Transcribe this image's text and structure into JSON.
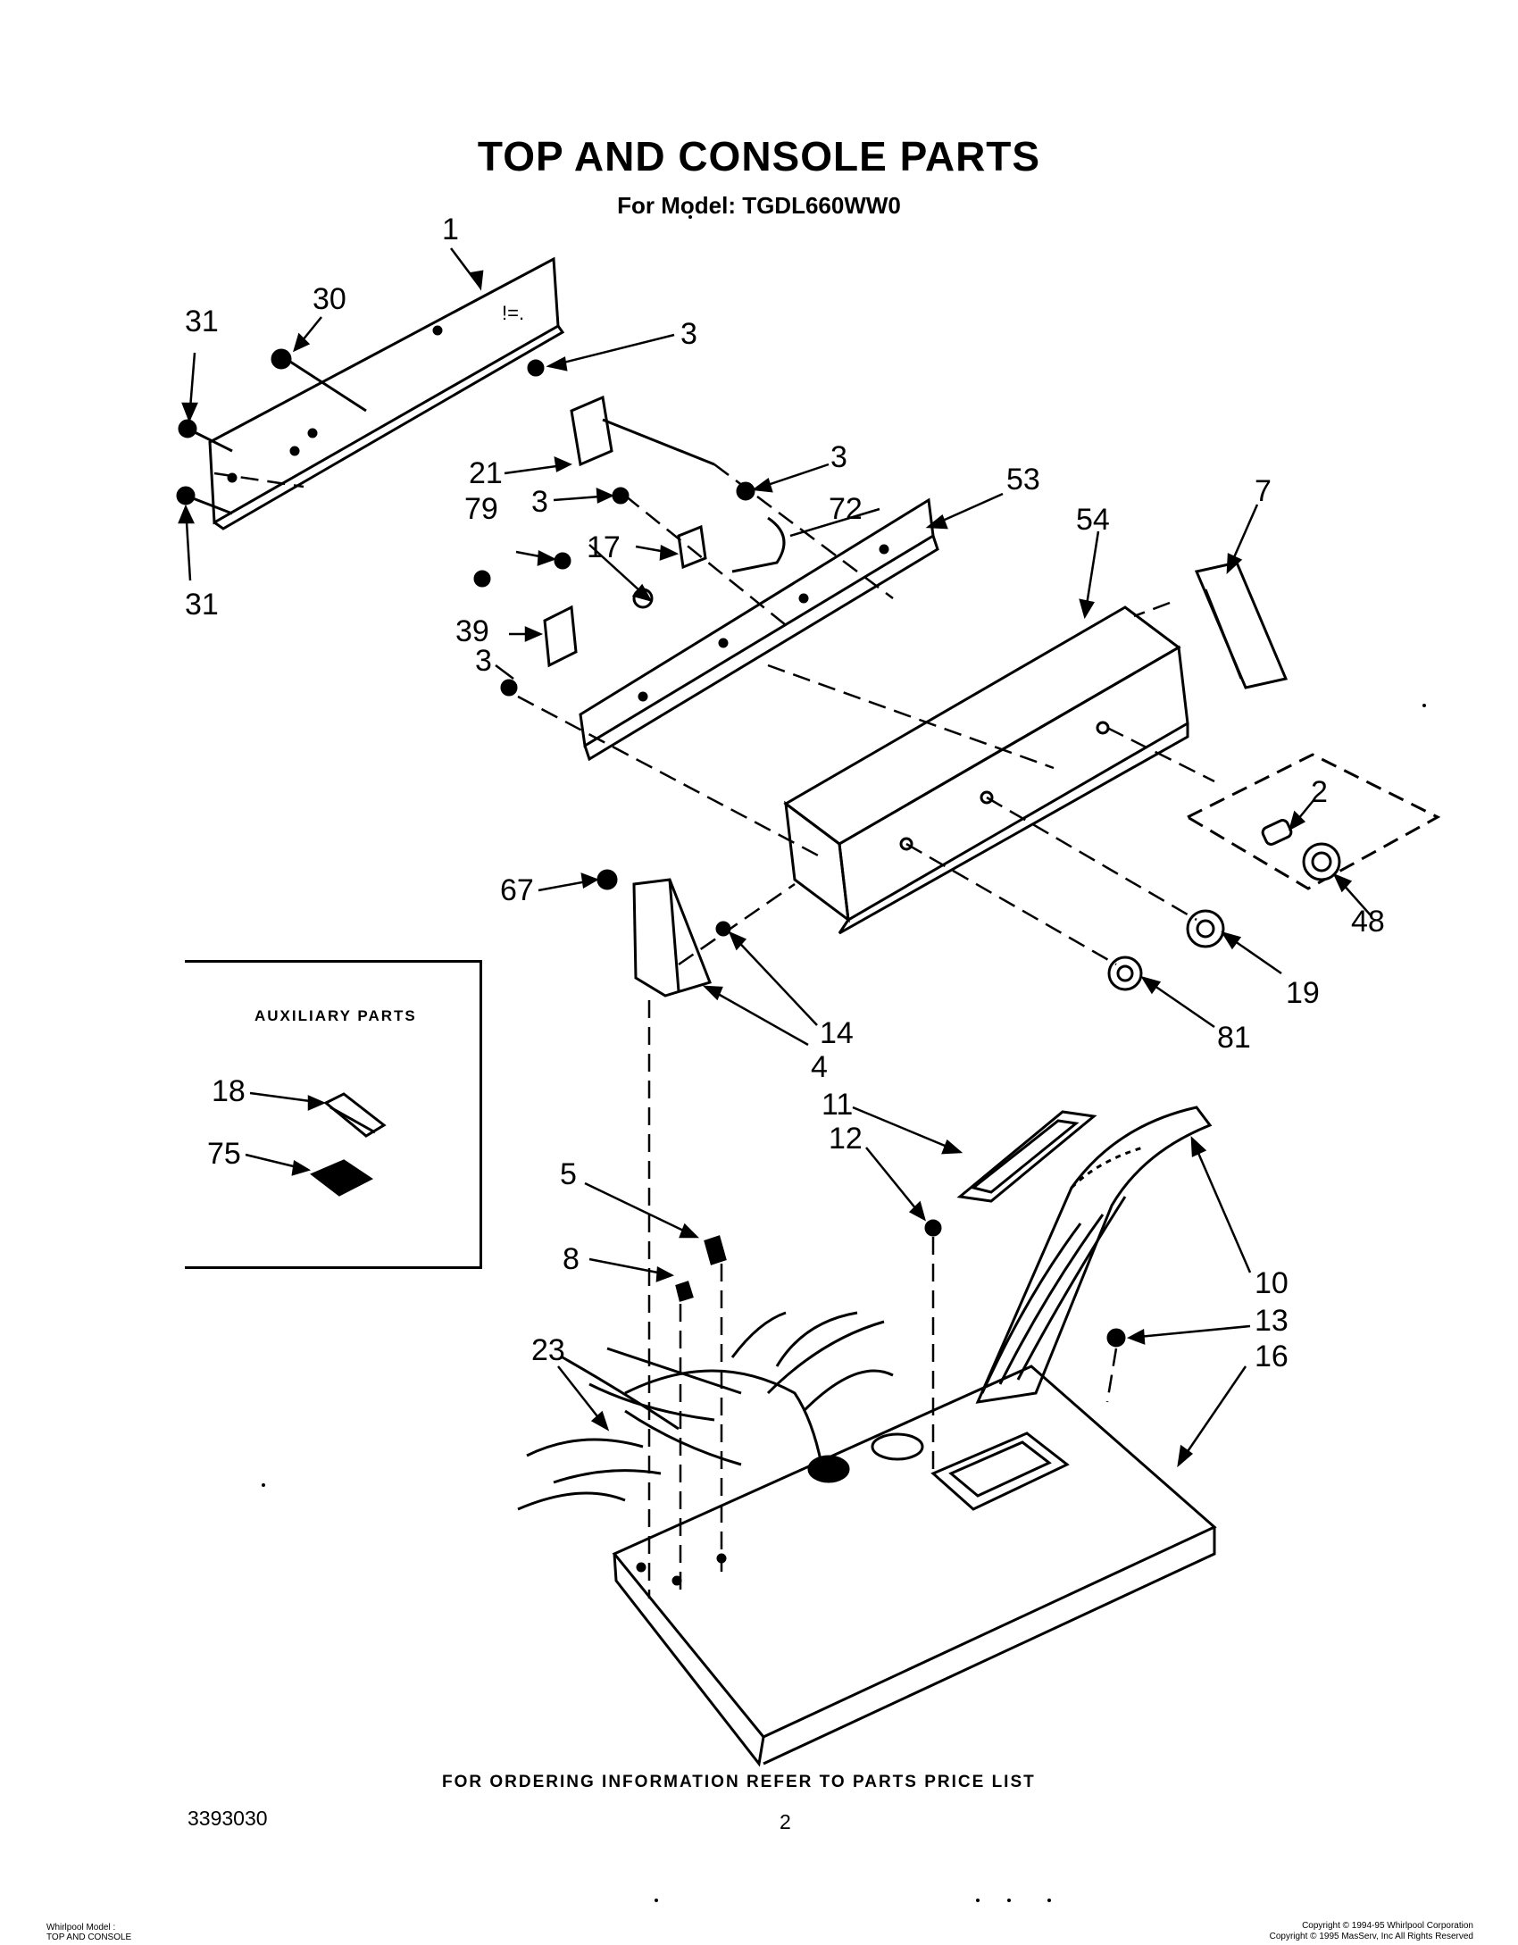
{
  "header": {
    "title": "TOP AND CONSOLE PARTS",
    "subtitle": "For Model: TGDL660WW0"
  },
  "callouts": [
    "1",
    "30",
    "31",
    "31",
    "3",
    "21",
    "3",
    "79",
    "3",
    "17",
    "72",
    "53",
    "54",
    "7",
    "39",
    "3",
    "2",
    "48",
    "67",
    "19",
    "14",
    "4",
    "81",
    "11",
    "12",
    "5",
    "8",
    "10",
    "13",
    "23",
    "16"
  ],
  "auxiliary": {
    "title": "AUXILIARY PARTS",
    "items": [
      "18",
      "75"
    ]
  },
  "footer": {
    "ordering_note": "FOR ORDERING INFORMATION REFER TO PARTS PRICE LIST",
    "doc_number": "3393030",
    "page_number": "2",
    "model_line1": "Whirlpool Model :",
    "model_line2": "TOP AND CONSOLE",
    "copyright1": "Copyright © 1994-95 Whirlpool Corporation",
    "copyright2": "Copyright © 1995 MasServ, Inc   All Rights Reserved"
  }
}
